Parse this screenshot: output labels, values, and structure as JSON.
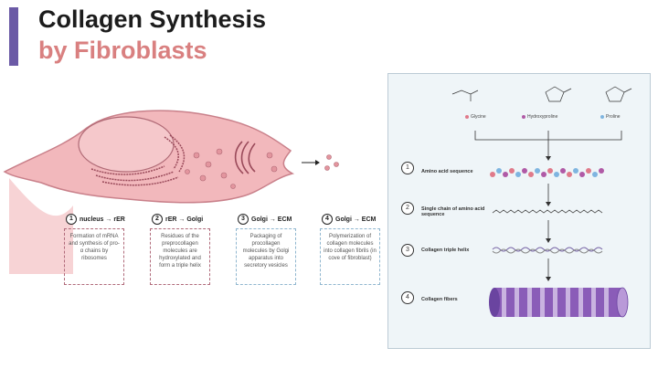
{
  "title": {
    "line1": "Collagen Synthesis",
    "line2": "by Fibroblasts"
  },
  "steps": [
    {
      "num": "1",
      "heading": "nucleus → rER",
      "text": "Formation of mRNA and synthesis of pro-α chains by ribosomes"
    },
    {
      "num": "2",
      "heading": "rER → Golgi",
      "text": "Residues of the preprocollagen molecules are hydroxylated and form a triple helix"
    },
    {
      "num": "3",
      "heading": "Golgi → ECM",
      "text": "Packaging of procollagen molecules by Golgi apparatus into secretory vesicles"
    },
    {
      "num": "4",
      "heading": "Golgi → ECM",
      "text": "Polymerization of collagen molecules into collagen fibrils (in cove of fibroblast)"
    }
  ],
  "amino_acids": [
    {
      "name": "Glycine",
      "color": "#e07a8a"
    },
    {
      "name": "Hydroxyproline",
      "color": "#b05aa6"
    },
    {
      "name": "Proline",
      "color": "#7fb5e0"
    }
  ],
  "right_steps": [
    {
      "num": "1",
      "label": "Amino acid sequence"
    },
    {
      "num": "2",
      "label": "Single chain of amino acid sequence"
    },
    {
      "num": "3",
      "label": "Collagen triple helix"
    },
    {
      "num": "4",
      "label": "Collagen fibers"
    }
  ],
  "colors": {
    "accent_bar": "#6b5aa6",
    "title_pink": "#d98080",
    "cell_fill": "#f2b8bc",
    "cell_stroke": "#c9808a",
    "fiber": "#8a5cb8"
  }
}
